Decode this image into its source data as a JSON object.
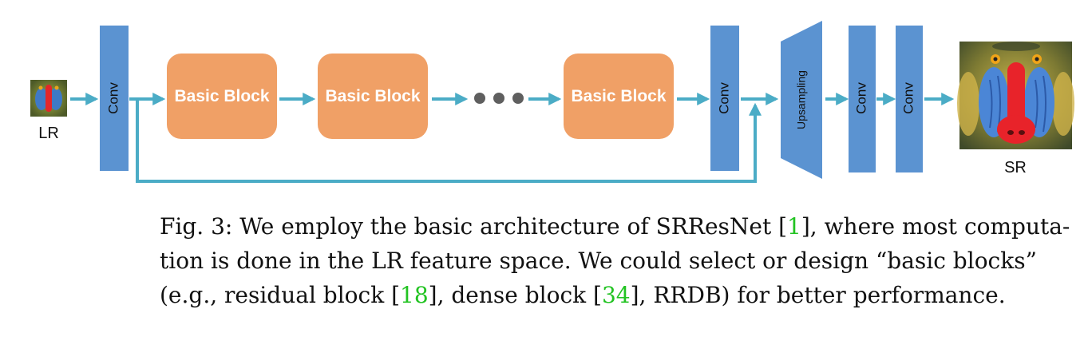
{
  "diagram": {
    "lr_label": "LR",
    "sr_label": "SR",
    "conv_label": "Conv",
    "upsampling_label": "Upsampling",
    "basic_block_label": "Basic Block",
    "colors": {
      "conv": "#5b93d1",
      "block": "#f0a066",
      "arrow": "#4bacc6",
      "dots": "#5f5f5f"
    }
  },
  "caption": {
    "line1_prefix": "Fig. 3: We employ the basic architecture of SRResNet [",
    "ref1": "1",
    "line1_suffix": "], where most computa-",
    "line2": "tion is done in the LR feature space. We could select or design “basic blocks”",
    "line3_part1": "(e.g., residual block [",
    "ref2": "18",
    "line3_part2": "], dense block [",
    "ref3": "34",
    "line3_part3": "], RRDB) for better performance."
  }
}
